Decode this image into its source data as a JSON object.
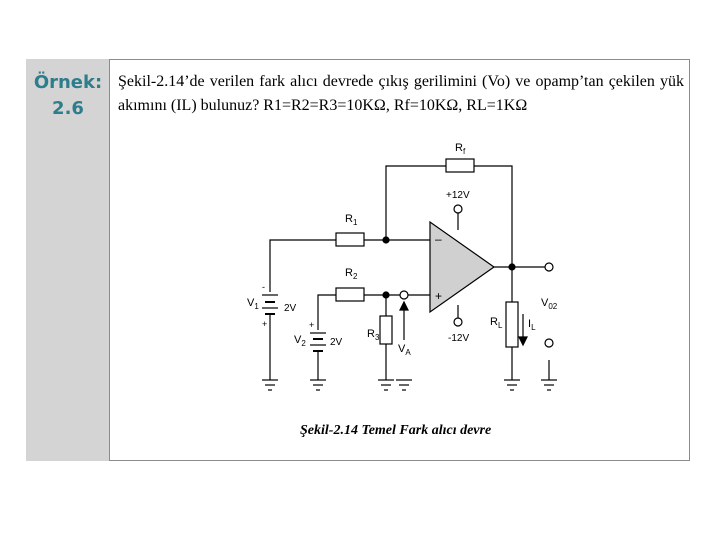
{
  "example": {
    "label": "Örnek:",
    "number": "2.6"
  },
  "problem_text": "Şekil-2.14’de verilen fark alıcı devrede çıkış gerilimini (Vo) ve opamp’tan çekilen yük akımını (IL) bulunuz? R1=R2=R3=10KΩ, Rf=10KΩ, RL=1KΩ",
  "figure": {
    "caption": "Şekil-2.14 Temel Fark alıcı devre",
    "labels": {
      "rf": "R",
      "rf_sub": "f",
      "r1": "R",
      "r1_sub": "1",
      "r2": "R",
      "r2_sub": "2",
      "r3": "R",
      "r3_sub": "3",
      "rl": "R",
      "rl_sub": "L",
      "v1": "V",
      "v1_sub": "1",
      "v1_value": "2V",
      "v2": "V",
      "v2_sub": "2",
      "v2_value": "2V",
      "va": "V",
      "va_sub": "A",
      "il": "I",
      "il_sub": "L",
      "vo": "V",
      "vo_sub": "02",
      "vpos": "+12V",
      "vneg": "-12V",
      "inv": "–",
      "noninv": "+"
    }
  }
}
